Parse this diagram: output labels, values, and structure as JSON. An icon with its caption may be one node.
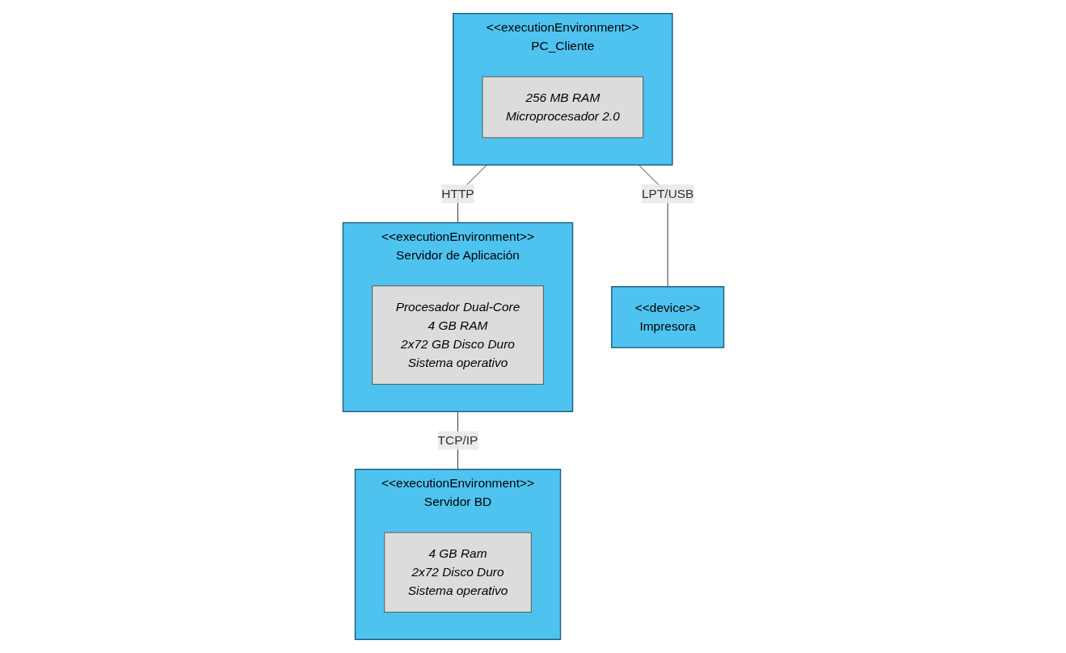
{
  "diagram": {
    "nodes": [
      {
        "text": [
          "<<executionEnvironment>>",
          "PC_Cliente"
        ]
      },
      {
        "text": [
          "256 MB RAM",
          "Microprocesador 2.0"
        ],
        "in": 0
      },
      {
        "text": [
          "<<executionEnvironment>>",
          "Servidor de Aplicación"
        ]
      },
      {
        "text": [
          "Procesador Dual-Core",
          "4 GB RAM",
          "2x72 GB Disco Duro",
          "Sistema operativo"
        ],
        "in": 2
      },
      {
        "text": [
          "<<device>>",
          "Impresora"
        ]
      },
      {
        "text": [
          "<<executionEnvironment>>",
          "Servidor BD"
        ]
      },
      {
        "text": [
          "4 GB Ram",
          "2x72 Disco Duro",
          "Sistema operativo"
        ],
        "in": 5
      }
    ],
    "edges": [
      {
        "from": 0,
        "to": 2,
        "arrow": "none",
        "label": "HTTP"
      },
      {
        "from": 0,
        "to": 4,
        "arrow": "none",
        "label": "LPT/USB"
      },
      {
        "from": 2,
        "to": 5,
        "arrow": "none",
        "label": "TCP/IP"
      }
    ]
  }
}
